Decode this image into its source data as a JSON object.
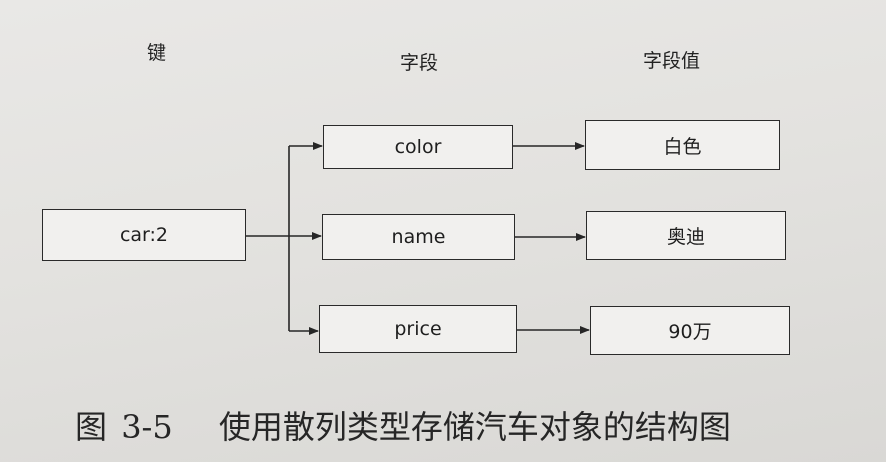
{
  "headers": {
    "key": "键",
    "field": "字段",
    "value": "字段值"
  },
  "key_box": {
    "label": "car:2"
  },
  "fields": [
    {
      "label": "color"
    },
    {
      "label": "name"
    },
    {
      "label": "price"
    }
  ],
  "values": [
    {
      "label": "白色"
    },
    {
      "label": "奥迪"
    },
    {
      "label": "90万"
    }
  ],
  "caption": {
    "prefix": "图",
    "number": "3-5",
    "text": "使用散列类型存储汽车对象的结构图"
  }
}
